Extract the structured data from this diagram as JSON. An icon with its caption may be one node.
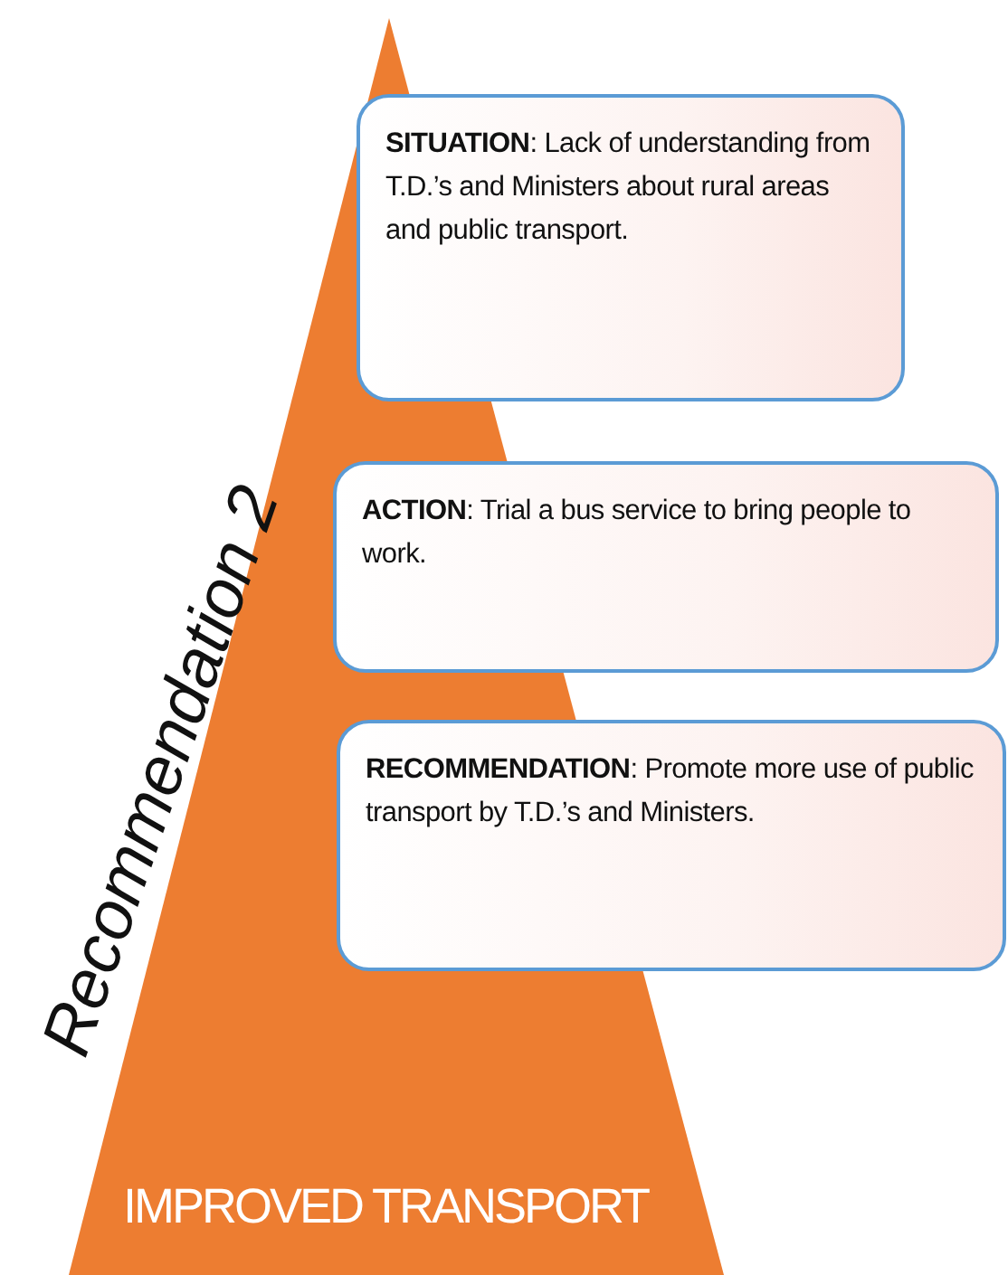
{
  "diagram": {
    "nodes": [
      {
        "text": [
          "Recommendation 2",
          "IMPROVED TRANSPORT"
        ]
      },
      {
        "text": [
          "**SITUATION**: Lack of understanding from T.D.’s and Ministers about rural areas and public transport."
        ]
      },
      {
        "text": [
          "**ACTION**: Trial a bus service to bring people to work."
        ]
      },
      {
        "text": [
          "**RECOMMENDATION**: Promote more use of public transport by T.D.’s and Ministers."
        ]
      }
    ]
  }
}
